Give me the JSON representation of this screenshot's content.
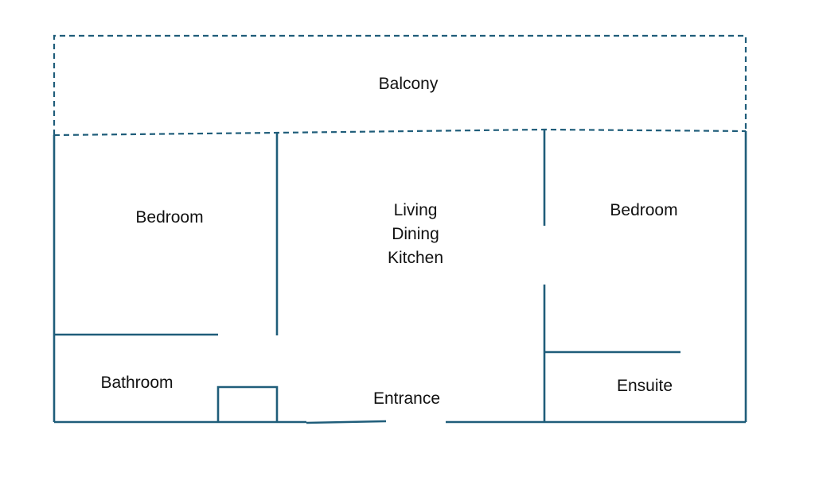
{
  "colors": {
    "wall": "#1f5d7a",
    "background": "#ffffff",
    "text": "#111111"
  },
  "rooms": {
    "balcony": "Balcony",
    "bedroom_left": "Bedroom",
    "living_line1": "Living",
    "living_line2": "Dining",
    "living_line3": "Kitchen",
    "bedroom_right": "Bedroom",
    "bathroom": "Bathroom",
    "entrance": "Entrance",
    "ensuite": "Ensuite"
  }
}
